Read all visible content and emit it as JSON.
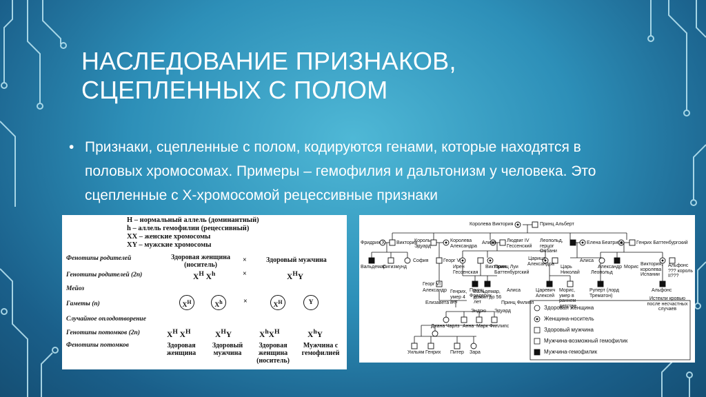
{
  "slide": {
    "title": "НАСЛЕДОВАНИЕ ПРИЗНАКОВ, СЦЕПЛЕННЫХ С ПОЛОМ",
    "bullet": "Признаки, сцепленные с полом, кодируются генами, которые находятся в половых хромосомах. Примеры – гемофилия и дальтонизм у человека. Это сцепленные с Х-хромосомой рецессивные признаки",
    "colors": {
      "background": "#2d8fb8",
      "circuit": "#bfe9f5"
    }
  },
  "scheme": {
    "legend": [
      "H – нормальный аллель (доминантный)",
      "h – аллель гемофилии (рецессивный)",
      "XX – женские хромосомы",
      "XY – мужские хромосомы"
    ],
    "row_labels": [
      "Фенотипы родителей",
      "Генотипы родителей (2п)",
      "Мейоз",
      "Гаметы (п)",
      "Случайное оплодотворение",
      "Генотипы потомков (2п)",
      "Фенотипы потомков"
    ],
    "parent_phenotypes": [
      "Здоровая женщина (носитель)",
      "×",
      "Здоровый мужчина"
    ],
    "parent_genotypes": [
      "X<sup>H</sup> X<sup>h</sup>",
      "×",
      "X<sup>H</sup>Y"
    ],
    "gametes": [
      "X<sup>H</sup>",
      "X<sup>h</sup>",
      "×",
      "X<sup>H</sup>",
      "Y"
    ],
    "offspring_genotypes": [
      "X<sup>H</sup> X<sup>H</sup>",
      "X<sup>H</sup>Y",
      "X<sup>h</sup>X<sup>H</sup>",
      "X<sup>h</sup>Y"
    ],
    "offspring_phenotypes": [
      "Здоровая женщина",
      "Здоровый мужчина",
      "Здоровая женщина (носитель)",
      "Мужчина с гемофилией"
    ]
  },
  "pedigree": {
    "people": {
      "queen_victoria": "Королева Виктория",
      "prince_albert": "Принц Альберт",
      "friedrich": "Фридрих X",
      "victoria": "Виктория",
      "king_edward": "Король Эдуард",
      "queen_alexandra": "Королева Александра",
      "alice": "Алиса",
      "ludwig": "Людвиг IV Гессенский",
      "leopold": "Леопольд, герцог Олбани",
      "elena": "Елена",
      "beatrice": "Беатриса",
      "henry": "Генрих Баттенбургский",
      "waldemar": "Вальдемар",
      "sigismund": "Сигизмунд",
      "sophia": "София",
      "george_v": "Георг V",
      "irene": "Ирен Гессенская",
      "victoria2": "Виктория",
      "louis": "Принц Луи Баттенбургский",
      "tsarina": "Царица Александра",
      "tsar": "Царь Николай",
      "alice2": "Алиса",
      "alexander": "Александр",
      "leopold2": "Леопольд",
      "maurice": "Морис",
      "victoria_spain": "Виктория, королева Испании",
      "alphonse": "Альфонс ??? король II???",
      "prince_frederick": "Принц Фредерик",
      "george_vi": "Георг VI",
      "alexander2": "Александр",
      "heinrich": "Генрих, умер 4 лет",
      "waldemar2": "Вальдемар, дожил до 56 лет",
      "alice3": "Алиса",
      "tsarevich": "Царевич Алексей",
      "maurice2": "Морис, умер в раннем детстве",
      "rupert": "Руперт (лорд Трематон)",
      "alphonse2": "Альфонс",
      "elizabeth": "Елизавета II",
      "prince_philip": "Принц Филипп",
      "andrew": "Эндрю",
      "edward": "Эдуард",
      "diana": "Диана",
      "charles": "Чарлз",
      "anna": "Анна",
      "mark": "Марк Филлипс",
      "william": "Уильям",
      "henry2": "Генрих",
      "peter": "Питер",
      "zara": "Зара",
      "bled_note": "Истекли кровью после несчастных случаев"
    },
    "legend": [
      "Здоровая женщина",
      "Женщина-носитель",
      "Здоровый мужчина",
      "Мужчина-возможный гемофилик",
      "Мужчина-гемофилик"
    ]
  }
}
